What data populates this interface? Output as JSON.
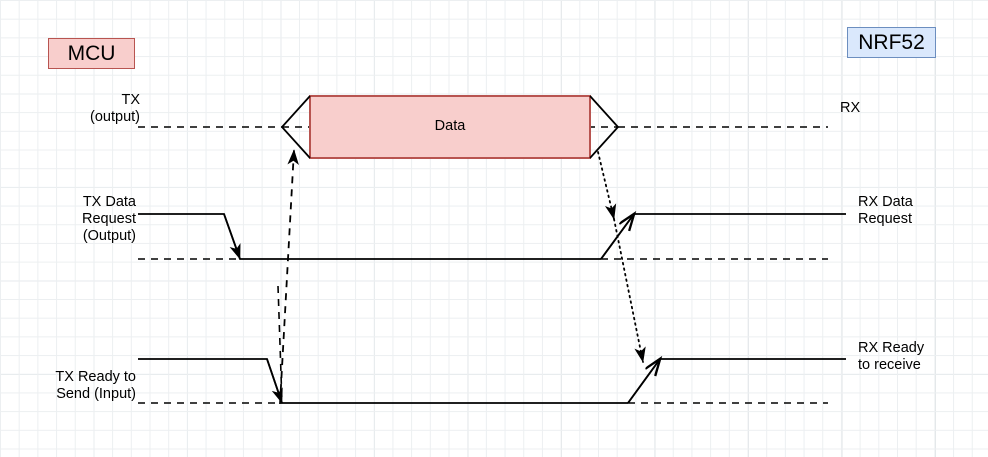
{
  "diagram": {
    "title_nodes": {
      "left": "MCU",
      "right": "NRF52"
    },
    "colors": {
      "mcu_fill": "#f8cecc",
      "mcu_stroke": "#b85450",
      "nrf52_fill": "#dae8fc",
      "nrf52_stroke": "#6c8ebf",
      "data_fill": "#f8cecc",
      "data_stroke": "#b85450",
      "signal_stroke": "#000000",
      "grid_minor": "#eceff1",
      "grid_major": "#dfe3e6",
      "background": "#ffffff"
    },
    "signals": [
      {
        "id": "tx",
        "left_label": "TX\n(output)",
        "right_label": "RX",
        "payload_label": "Data"
      },
      {
        "id": "tx-data-request",
        "left_label": "TX Data\nRequest\n(Output)",
        "right_label": "RX Data\nRequest"
      },
      {
        "id": "tx-ready-to-send",
        "left_label": "TX Ready to\nSend (Input)",
        "right_label": "RX Ready\nto receive"
      }
    ]
  }
}
